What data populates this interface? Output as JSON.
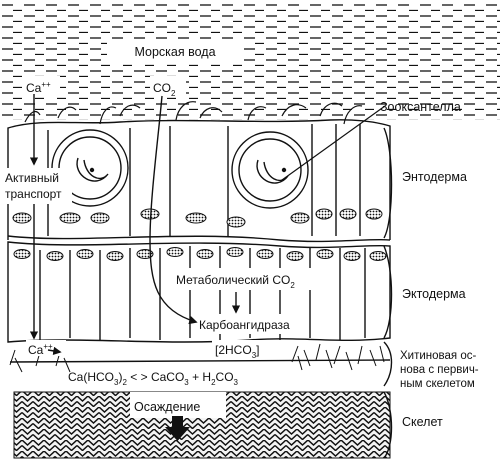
{
  "labels": {
    "sea_water": "Морская вода",
    "calcium_top": "Ca",
    "calcium_top_sup": "++",
    "co2_top": "CO",
    "co2_top_sub": "2",
    "active_transport_line1": "Активный",
    "active_transport_line2": "транспорт",
    "metabolic_co2": "Метаболический CO",
    "metabolic_co2_sub": "2",
    "carbonic_anhydrase": "Карбоангидраза",
    "bicarbonate": "[2HCO",
    "bicarbonate_sub": "3",
    "bicarbonate_close": "]",
    "calcium_bottom": "Ca",
    "calcium_bottom_sup": "++",
    "equation_part1": "Ca(HCO",
    "equation_sub1": "3",
    "equation_part2": ")",
    "equation_sub2": "2",
    "equation_part3": " < > CaCO",
    "equation_sub3": "3",
    "equation_part4": " + H",
    "equation_sub4": "2",
    "equation_part5": "CO",
    "equation_sub5": "3",
    "precipitation": "Осаждение"
  },
  "layers": {
    "zooxanthellae": "Зооксантелла",
    "endoderm": "Энтодерма",
    "ectoderm": "Эктодерма",
    "chitin_line1": "Хитиновая ос-",
    "chitin_line2": "нова с первич-",
    "chitin_line3": "ным скелетом",
    "skeleton": "Скелет"
  }
}
